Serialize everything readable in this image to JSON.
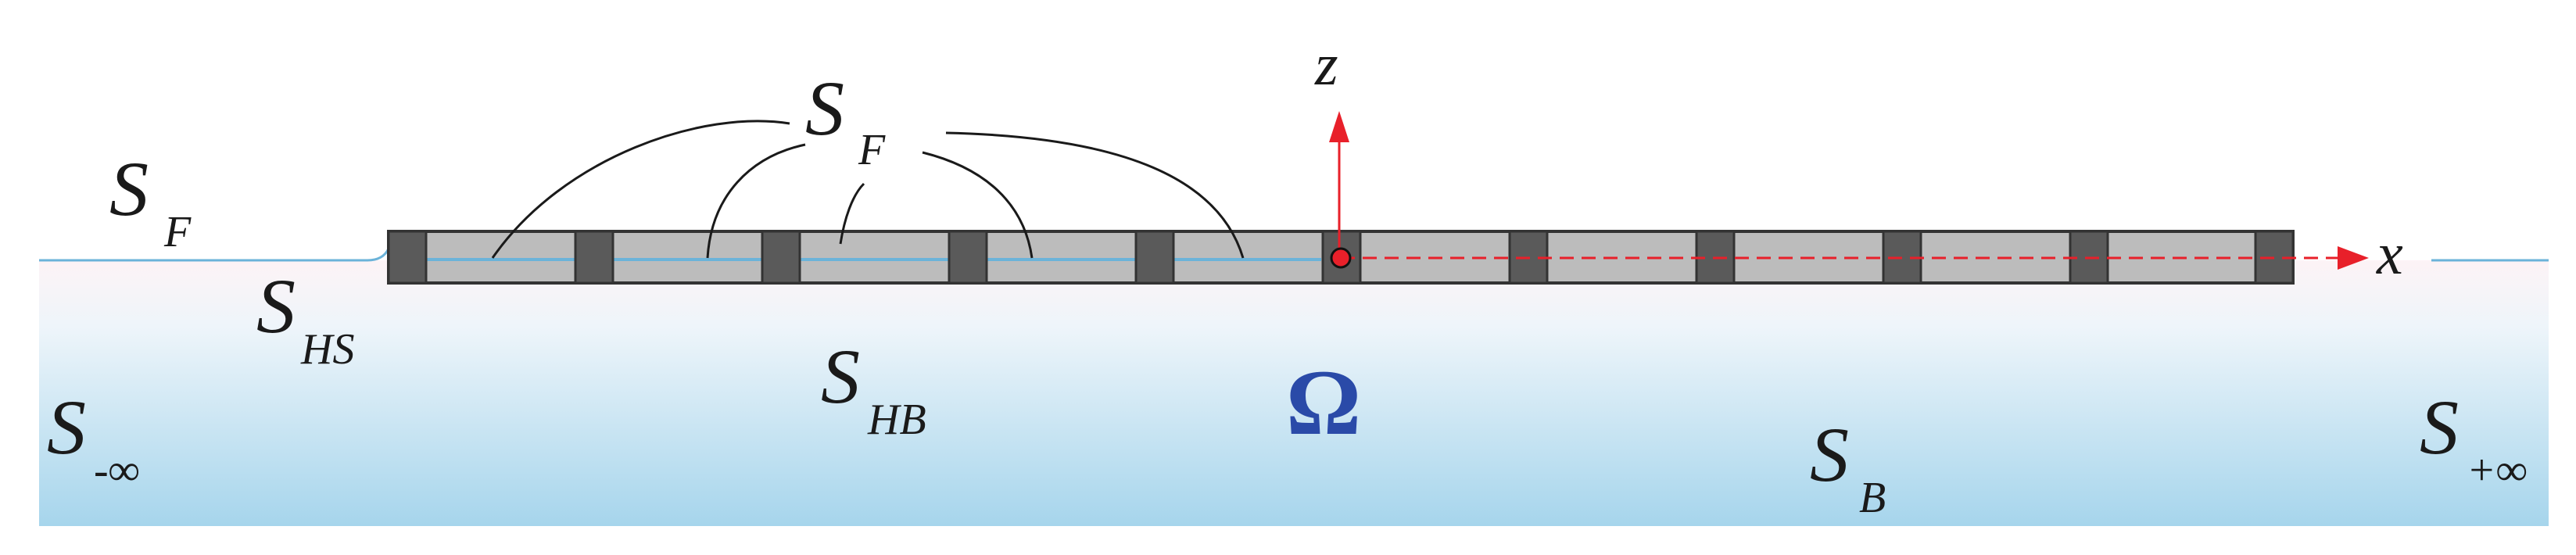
{
  "labels": {
    "sf_left": "S",
    "sf_left_sub": "F",
    "sf_top": "S",
    "sf_top_sub": "F",
    "shs": "S",
    "shs_sub": "HS",
    "shb": "S",
    "shb_sub": "HB",
    "sminus": "S",
    "sminus_sub": "-∞",
    "splus": "S",
    "splus_sub": "+∞",
    "sb": "S",
    "sb_sub": "B",
    "omega": "Ω",
    "x_axis": "x",
    "z_axis": "z"
  },
  "colors": {
    "water_top": "#fdf3f6",
    "water_bottom": "#a6d5ec",
    "free_surface": "#6bb3d9",
    "pontoon_fill": "#bcbcbc",
    "connector_fill": "#5a5a5a",
    "axis_red": "#e8202a",
    "omega_blue": "#2a4aa8"
  }
}
